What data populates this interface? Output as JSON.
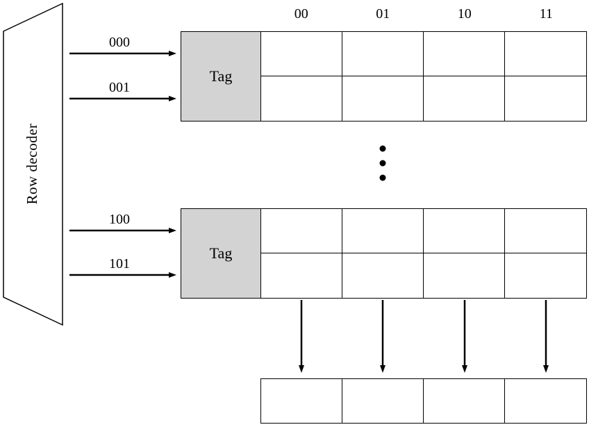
{
  "diagram": {
    "title_hint": "set-associative cache row decoding diagram",
    "row_decoder_label": "Row decoder",
    "column_headers": [
      "00",
      "01",
      "10",
      "11"
    ],
    "blocks": [
      {
        "tag_label": "Tag",
        "address_labels": [
          "000",
          "001"
        ]
      },
      {
        "tag_label": "Tag",
        "address_labels": [
          "100",
          "101"
        ]
      }
    ],
    "icons": {
      "ellipsis": "vertical-ellipsis",
      "arrow": "right-arrow"
    },
    "colors": {
      "tag_fill": "#d3d3d3",
      "line": "#000000",
      "background": "#ffffff"
    }
  }
}
